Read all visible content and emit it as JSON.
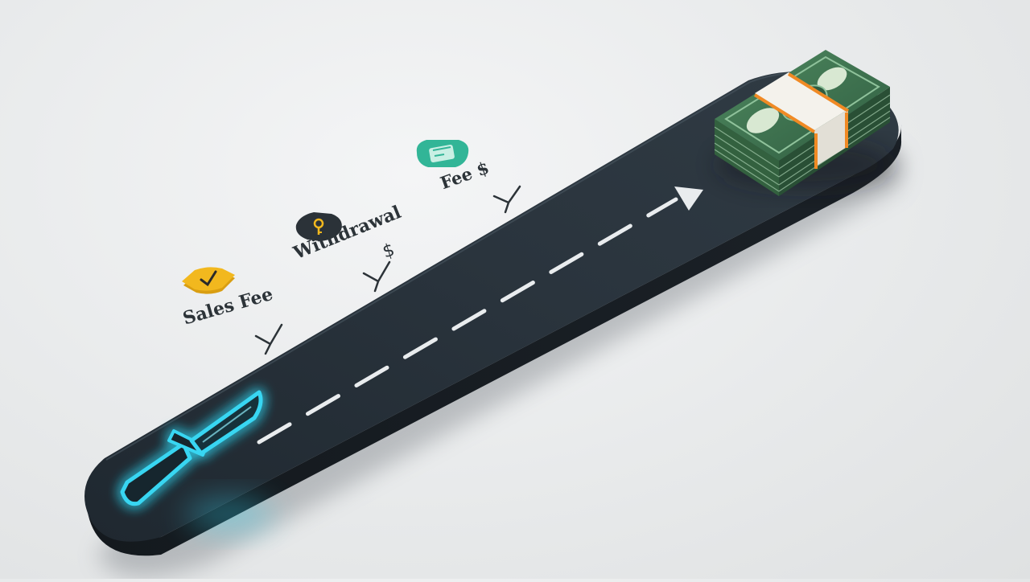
{
  "labels": {
    "sales_fee": "Sales Fee",
    "withdrawal": "Withdrawal",
    "withdrawal_symbol": "$",
    "fee": "Fee $"
  },
  "icons": {
    "sales_fee_badge": "checkmark-icon",
    "withdrawal_badge": "key-icon",
    "fee_badge": "card-icon",
    "start_item": "knife-icon",
    "end_item": "cash-stack-icon"
  },
  "colors": {
    "track": "#27313a",
    "knife_glow": "#38d6f2",
    "sales_fee_badge": "#f2b81e",
    "withdrawal_badge": "#2b3238",
    "fee_badge": "#32b597",
    "cash": "#3f7352",
    "money_band": "#f08a24"
  }
}
